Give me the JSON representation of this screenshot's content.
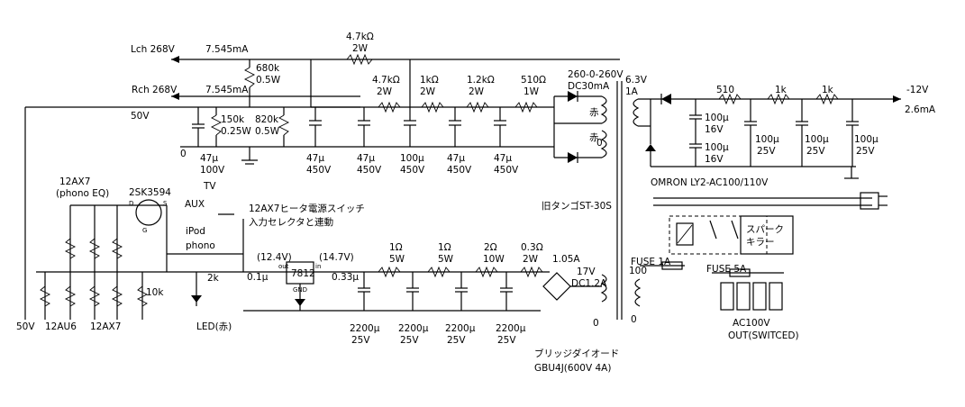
{
  "labels": {
    "lch": "Lch 268V",
    "lch_i": "7.545mA",
    "rch": "Rch 268V",
    "rch_i": "7.545mA",
    "v50": "50V",
    "zero_left": "0",
    "r_4k7_top": "4.7kΩ",
    "r_4k7_top_w": "2W",
    "r_680k": "680k",
    "r_680k_w": "0.5W",
    "r_150k": "150k",
    "r_150k_w": "0.25W",
    "r_820k": "820k",
    "r_820k_w": "0.5W",
    "c1": "47μ",
    "c1_v": "100V",
    "c2": "47μ",
    "c2_v": "450V",
    "c3": "47μ",
    "c3_v": "450V",
    "r_4k7_2": "4.7kΩ",
    "r_4k7_2_w": "2W",
    "c4": "100μ",
    "c4_v": "450V",
    "r_1k": "1kΩ",
    "r_1k_w": "2W",
    "c5": "47μ",
    "c5_v": "450V",
    "r_1k2": "1.2kΩ",
    "r_1k2_w": "2W",
    "c6": "47μ",
    "c6_v": "450V",
    "r_510": "510Ω",
    "r_510_w": "1W",
    "ht_sec": "260-0-260V",
    "ht_sec_i": "DC30mA",
    "red1": "赤",
    "red2": "赤",
    "zero_ht": "0",
    "v6_3": "6.3V",
    "a1": "1A",
    "h_510": "510",
    "h_1k_a": "1k",
    "h_1k_b": "1k",
    "minus12": "-12V",
    "i_2_6": "2.6mA",
    "hc1": "100μ",
    "hc1_v": "16V",
    "hc2": "100μ",
    "hc2_v": "16V",
    "hc3": "100μ",
    "hc3_v": "25V",
    "hc4": "100μ",
    "hc4_v": "25V",
    "hc5": "100μ",
    "hc5_v": "25V",
    "tube_12ax7_pe": "12AX7",
    "phono_eq": "(phono EQ)",
    "fet": "2SK3594",
    "fet_d": "D",
    "fet_s": "S",
    "fet_g": "G",
    "tv": "TV",
    "aux": "AUX",
    "ipod": "iPod",
    "phono": "phono",
    "switch_note1": "12AX7ヒータ電源スイッチ",
    "switch_note2": "入力セレクタと連動",
    "trans_name": "旧タンゴST-30S",
    "omron": "OMRON LY2-AC100/110V",
    "spark1": "スパーク",
    "spark2": "キラー",
    "v12_4": "(12.4V)",
    "v14_7": "(14.7V)",
    "reg": "7812",
    "reg_out": "out",
    "reg_in": "in",
    "reg_gnd": "GND",
    "c01": "0.1μ",
    "c033": "0.33μ",
    "r2k": "2k",
    "r10k": "10k",
    "r_1_a": "1Ω",
    "r_1_a_w": "5W",
    "r_1_b": "1Ω",
    "r_1_b_w": "5W",
    "r_2": "2Ω",
    "r_2_w": "10W",
    "r_03": "0.3Ω",
    "r_03_w": "2W",
    "i105": "1.05A",
    "v17": "17V",
    "dc12": "DC1.2A",
    "zero_h": "0",
    "bc1": "2200μ",
    "bc1_v": "25V",
    "bc2": "2200μ",
    "bc2_v": "25V",
    "bc3": "2200μ",
    "bc3_v": "25V",
    "bc4": "2200μ",
    "bc4_v": "25V",
    "bridge1": "ブリッジダイオード",
    "bridge2": "GBU4J(600V 4A)",
    "fuse1": "FUSE 1A",
    "fuse5": "FUSE 5A",
    "pri100": "100",
    "pri0": "0",
    "ac_out1": "AC100V",
    "ac_out2": "OUT(SWITCED)",
    "bot_50v": "50V",
    "bot_12au6": "12AU6",
    "bot_12ax7": "12AX7",
    "bot_led": "LED(赤)"
  }
}
